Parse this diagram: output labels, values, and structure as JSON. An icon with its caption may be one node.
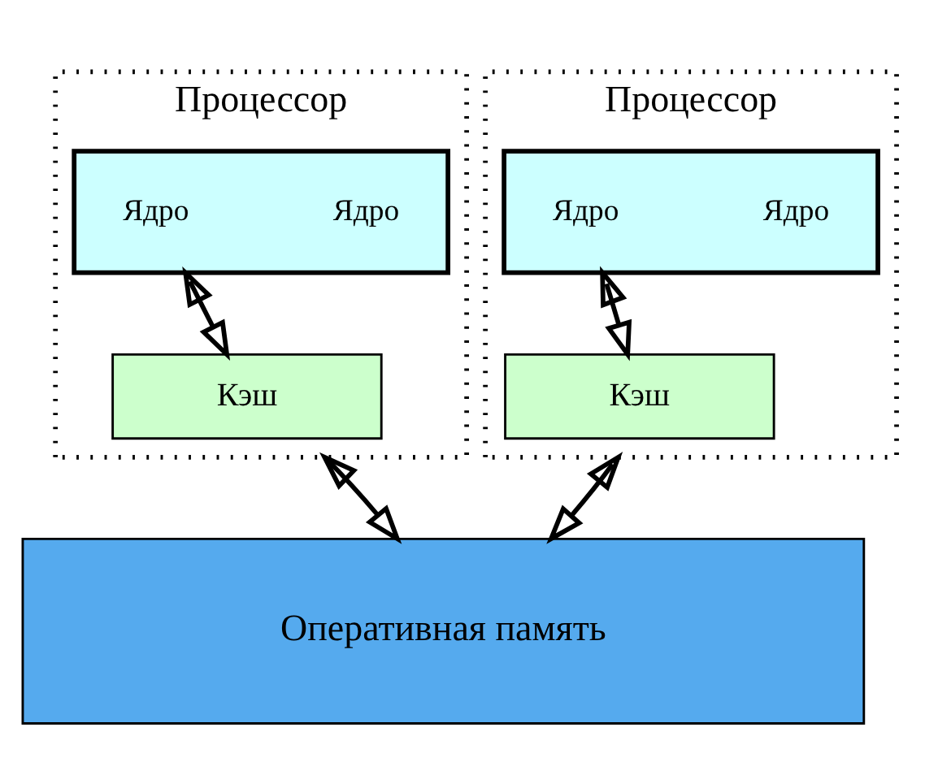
{
  "diagram": {
    "nodes": [
      {
        "text": [
          "Процессор"
        ]
      },
      {
        "text": [],
        "shape": "box",
        "in": 0
      },
      {
        "text": [
          "Ядро"
        ],
        "in": 1
      },
      {
        "text": [
          "Ядро"
        ],
        "in": 1
      },
      {
        "text": [
          "Кэш"
        ],
        "in": 0
      },
      {
        "text": [
          "Процессор"
        ]
      },
      {
        "text": [],
        "shape": "box",
        "in": 5
      },
      {
        "text": [
          "Ядро"
        ],
        "in": 6
      },
      {
        "text": [
          "Ядро"
        ],
        "in": 6
      },
      {
        "text": [
          "Кэш"
        ],
        "in": 5
      },
      {
        "text": [
          "Оперативная память"
        ]
      }
    ],
    "edges": [
      {
        "from": 1,
        "to": 4,
        "arrow": "both"
      },
      {
        "from": 6,
        "to": 9,
        "arrow": "both"
      },
      {
        "from": 10,
        "to": 0,
        "arrow": "both"
      },
      {
        "from": 10,
        "to": 5,
        "arrow": "both"
      }
    ]
  }
}
